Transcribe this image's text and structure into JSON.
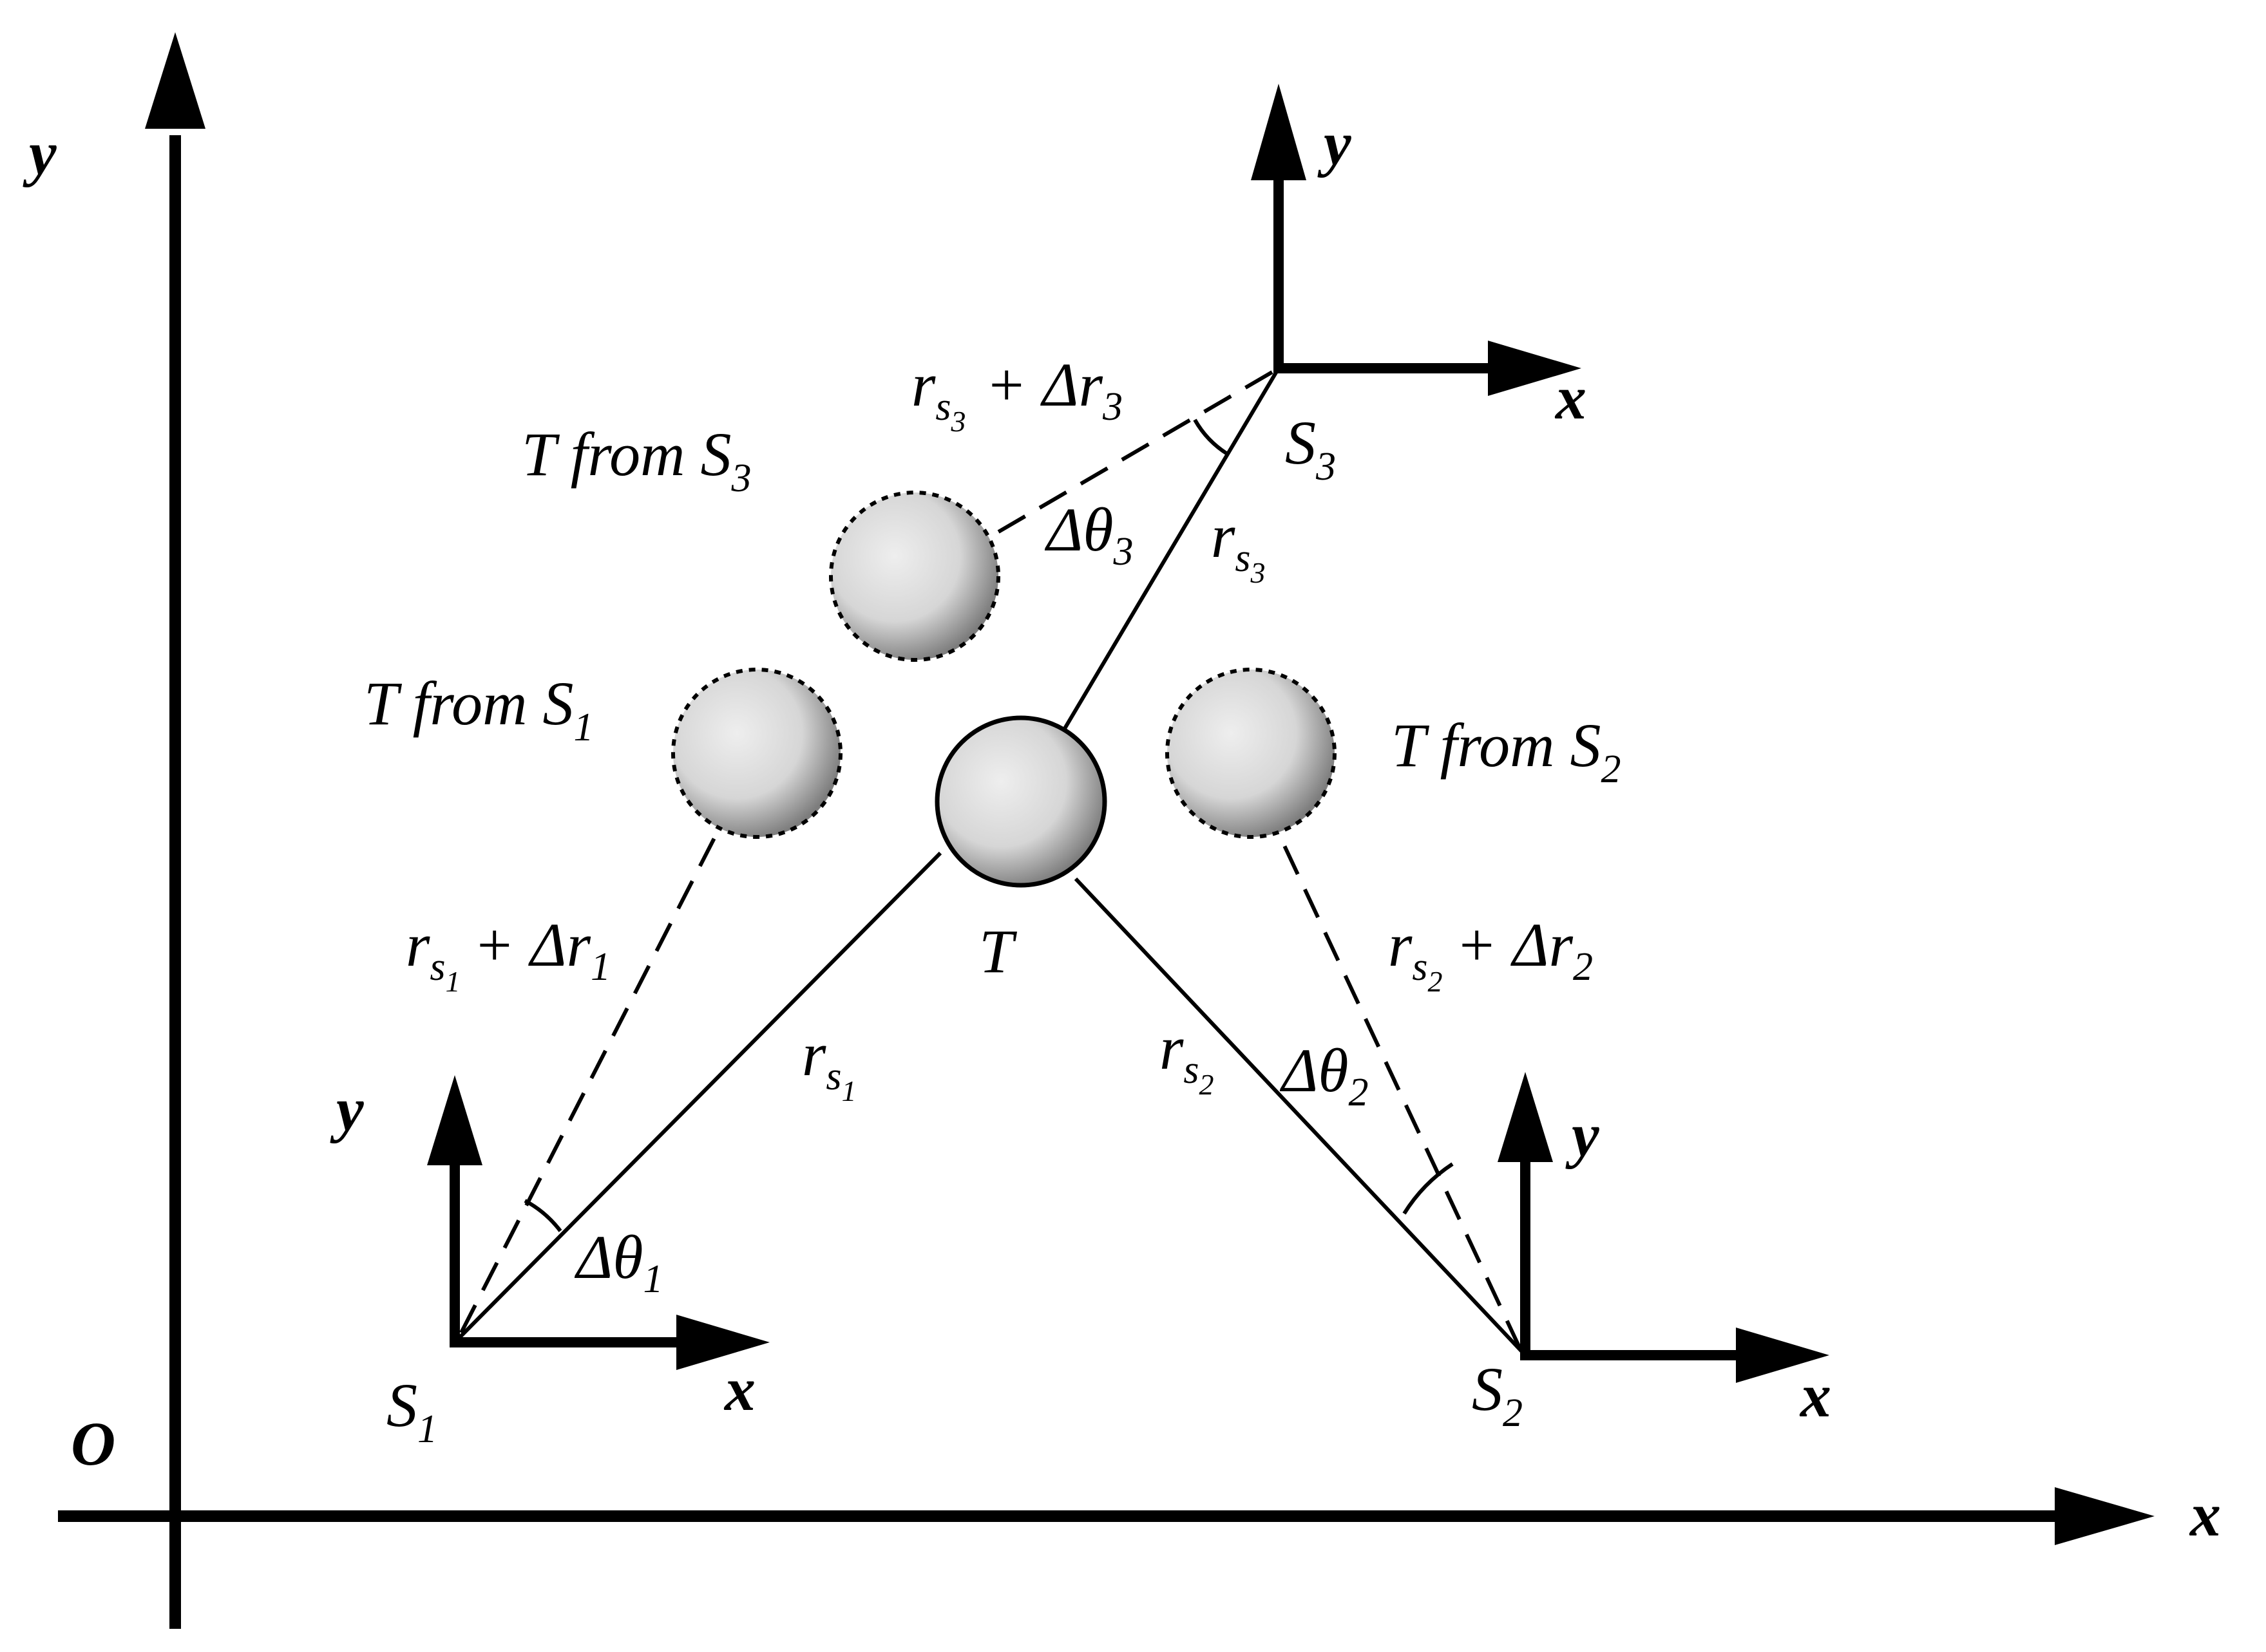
{
  "global_axes": {
    "origin": "O",
    "x": "x",
    "y": "y"
  },
  "frames": {
    "s1": {
      "x": "x",
      "y": "y",
      "name": "S",
      "index": "1"
    },
    "s2": {
      "x": "x",
      "y": "y",
      "name": "S",
      "index": "2"
    },
    "s3": {
      "x": "x",
      "y": "y",
      "name": "S",
      "index": "3"
    }
  },
  "target": {
    "label": "T"
  },
  "ghosts": {
    "from_s1": {
      "prefix": "T from S",
      "index": "1"
    },
    "from_s2": {
      "prefix": "T from S",
      "index": "2"
    },
    "from_s3": {
      "prefix": "T from S",
      "index": "3"
    }
  },
  "ranges": {
    "r1": {
      "r": "r",
      "s": "s",
      "i": "1"
    },
    "r2": {
      "r": "r",
      "s": "s",
      "i": "2"
    },
    "r3": {
      "r": "r",
      "s": "s",
      "i": "3"
    }
  },
  "errors": {
    "e1": {
      "r": "r",
      "s": "s",
      "i": "1",
      "plus": "+ Δr"
    },
    "e2": {
      "r": "r",
      "s": "s",
      "i": "2",
      "plus": "+ Δr"
    },
    "e3": {
      "r": "r",
      "s": "s",
      "i": "3",
      "plus": "+ Δr"
    }
  },
  "angles": {
    "a1": {
      "delta": "Δθ",
      "i": "1"
    },
    "a2": {
      "delta": "Δθ",
      "i": "2"
    },
    "a3": {
      "delta": "Δθ",
      "i": "3"
    }
  },
  "colors": {
    "line": "#000000",
    "ball_light": "#eeeeee",
    "ball_dark": "#7d7d7d"
  }
}
